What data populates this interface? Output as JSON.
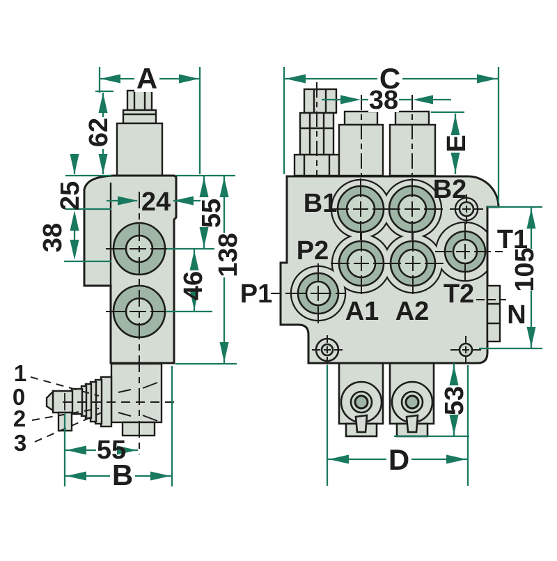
{
  "left": {
    "dim_a": "A",
    "dim_62": "62",
    "dim_25": "25",
    "dim_38": "38",
    "dim_24": "24",
    "dim_55_side": "55",
    "dim_138": "138",
    "dim_46": "46",
    "dim_55_lever": "55",
    "dim_b": "B",
    "positions": {
      "p1": "1",
      "p0": "0",
      "p2": "2",
      "p3": "3"
    }
  },
  "right": {
    "dim_c": "C",
    "dim_38": "38",
    "dim_e": "E",
    "dim_105": "105",
    "dim_53": "53",
    "dim_d": "D",
    "ports": {
      "b1": "B1",
      "b2": "B2",
      "p1": "P1",
      "p2": "P2",
      "a1": "A1",
      "a2": "A2",
      "t1": "T1",
      "t2": "T2",
      "n": "N"
    }
  },
  "colors": {
    "dimension": "#19795f",
    "outline": "#1d1d1b",
    "body_fill": "#d4dcd4",
    "boss_fill": "#9fb6a7",
    "inner_fill": "#c9d6ca",
    "background": "#ffffff"
  }
}
